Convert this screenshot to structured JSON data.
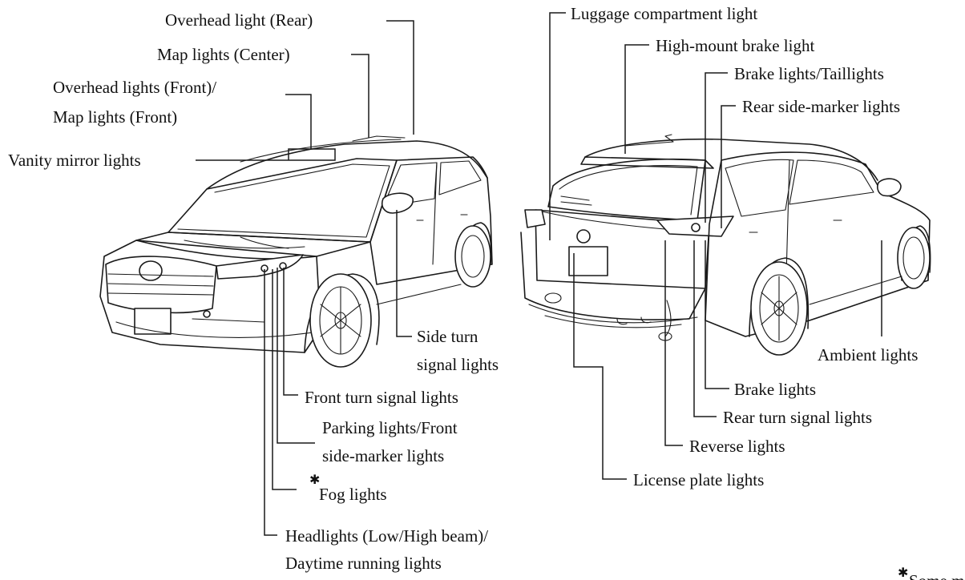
{
  "front_labels": {
    "overhead_rear": "Overhead light (Rear)",
    "map_center": "Map lights (Center)",
    "overhead_front_line1": "Overhead lights (Front)/",
    "overhead_front_line2": "Map lights (Front)",
    "vanity": "Vanity mirror lights",
    "side_turn_line1": "Side turn",
    "side_turn_line2": "signal lights",
    "front_turn": "Front turn signal lights",
    "parking_line1": "Parking lights/Front",
    "parking_line2": "side-marker lights",
    "fog": "Fog lights",
    "headlights_line1": "Headlights (Low/High beam)/",
    "headlights_line2": "Daytime running lights"
  },
  "rear_labels": {
    "luggage": "Luggage compartment light",
    "high_mount": "High-mount brake light",
    "brake_tail": "Brake lights/Taillights",
    "rear_side_marker": "Rear side-marker lights",
    "ambient": "Ambient lights",
    "brake": "Brake lights",
    "rear_turn": "Rear turn signal lights",
    "reverse": "Reverse lights",
    "license": "License plate lights"
  },
  "footnote": {
    "marker": "✱",
    "text": "Some models"
  }
}
